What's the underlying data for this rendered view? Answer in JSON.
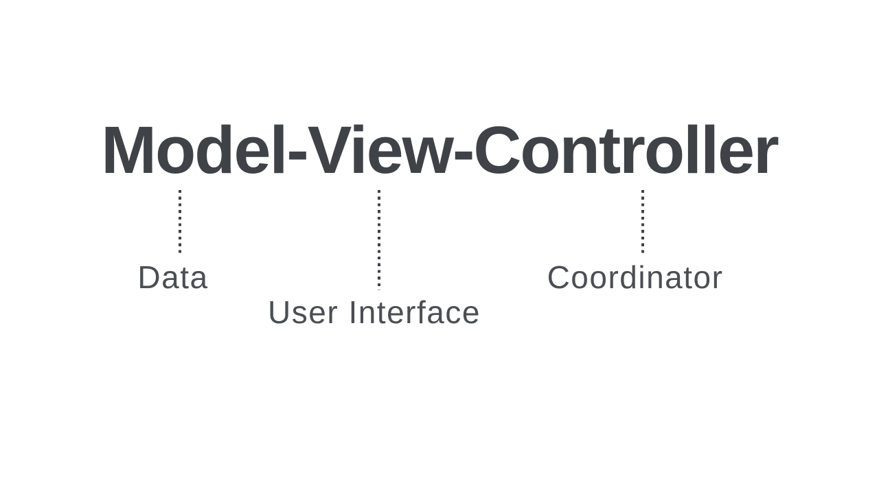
{
  "slide": {
    "title": "Model-View-Controller",
    "annotations": [
      {
        "term": "Model",
        "label": "Data"
      },
      {
        "term": "View",
        "label": "User Interface"
      },
      {
        "term": "Controller",
        "label": "Coordinator"
      }
    ],
    "colors": {
      "background": "#ffffff",
      "title": "#3f4246",
      "label": "#4b4e53",
      "dots": "#3f4246"
    }
  }
}
